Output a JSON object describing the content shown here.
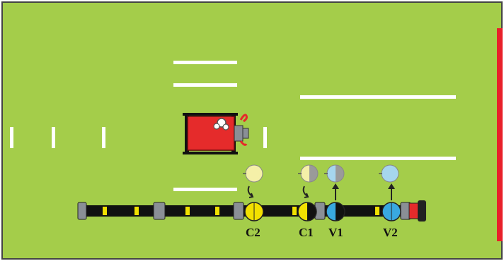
{
  "scene": {
    "colors": {
      "field": "#a4cd4a",
      "field_border": "#444444",
      "line_marking": "#ffffff",
      "edge_band": "#e8202a",
      "pipe": "#111111",
      "pipe_stripe": "#f0e000",
      "coupling": "#8a8f96",
      "pump": "#e52b2b",
      "valve_yellow": "#f3e000",
      "valve_blue": "#39a8e0",
      "indicator_yellow": "#f5f0a8",
      "indicator_blue": "#a6d6ee",
      "indicator_grey": "#9a9a9a"
    },
    "labels": {
      "c2": "C2",
      "c1": "C1",
      "v1": "V1",
      "v2": "V2"
    },
    "icons": {
      "pump": "pump-cart-icon",
      "end_cap": "end-cap-icon",
      "arrow_curved": "curved-arrow-icon",
      "arrow_up": "up-arrow-icon"
    }
  }
}
